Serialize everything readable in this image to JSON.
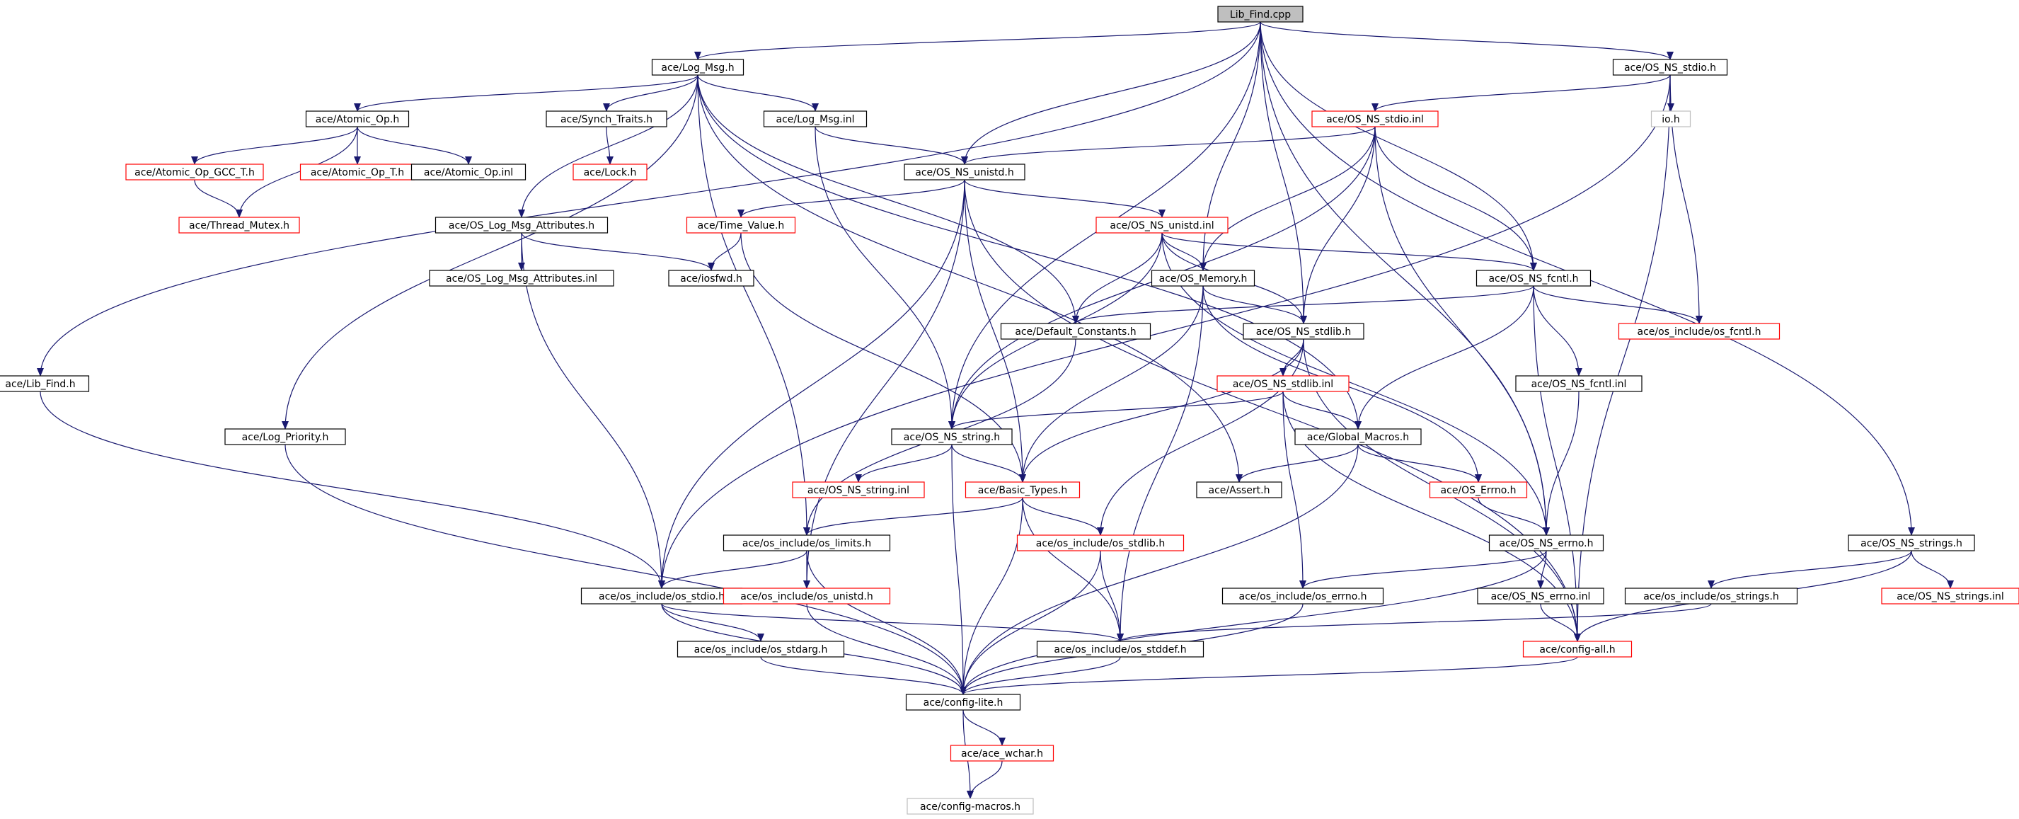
{
  "diagram": {
    "colors": {
      "edge": "#191970",
      "root_fill": "#bfbfbf",
      "normal_border": "#000000",
      "truncated_border": "#ff0000",
      "missing_border": "#bfbfbf",
      "background": "#ffffff"
    },
    "nodes": [
      {
        "id": "lib_find_cpp",
        "label": "Lib_Find.cpp",
        "style": "root"
      },
      {
        "id": "log_msg_h",
        "label": "ace/Log_Msg.h",
        "style": "normal"
      },
      {
        "id": "os_ns_stdio_h",
        "label": "ace/OS_NS_stdio.h",
        "style": "normal"
      },
      {
        "id": "atomic_op_h",
        "label": "ace/Atomic_Op.h",
        "style": "normal"
      },
      {
        "id": "synch_traits_h",
        "label": "ace/Synch_Traits.h",
        "style": "normal"
      },
      {
        "id": "log_msg_inl",
        "label": "ace/Log_Msg.inl",
        "style": "normal"
      },
      {
        "id": "os_ns_stdio_inl",
        "label": "ace/OS_NS_stdio.inl",
        "style": "truncated"
      },
      {
        "id": "io_h",
        "label": "io.h",
        "style": "missing"
      },
      {
        "id": "atomic_op_gcc_t_h",
        "label": "ace/Atomic_Op_GCC_T.h",
        "style": "truncated"
      },
      {
        "id": "atomic_op_t_h",
        "label": "ace/Atomic_Op_T.h",
        "style": "truncated"
      },
      {
        "id": "atomic_op_inl",
        "label": "ace/Atomic_Op.inl",
        "style": "normal"
      },
      {
        "id": "lock_h",
        "label": "ace/Lock.h",
        "style": "truncated"
      },
      {
        "id": "os_ns_unistd_h",
        "label": "ace/OS_NS_unistd.h",
        "style": "normal"
      },
      {
        "id": "thread_mutex_h",
        "label": "ace/Thread_Mutex.h",
        "style": "truncated"
      },
      {
        "id": "os_log_msg_attributes_h",
        "label": "ace/OS_Log_Msg_Attributes.h",
        "style": "normal"
      },
      {
        "id": "time_value_h",
        "label": "ace/Time_Value.h",
        "style": "truncated"
      },
      {
        "id": "os_ns_unistd_inl",
        "label": "ace/OS_NS_unistd.inl",
        "style": "truncated"
      },
      {
        "id": "os_log_msg_attributes_inl",
        "label": "ace/OS_Log_Msg_Attributes.inl",
        "style": "normal"
      },
      {
        "id": "iosfwd_h",
        "label": "ace/iosfwd.h",
        "style": "normal"
      },
      {
        "id": "os_memory_h",
        "label": "ace/OS_Memory.h",
        "style": "normal"
      },
      {
        "id": "os_ns_fcntl_h",
        "label": "ace/OS_NS_fcntl.h",
        "style": "normal"
      },
      {
        "id": "default_constants_h",
        "label": "ace/Default_Constants.h",
        "style": "normal"
      },
      {
        "id": "os_ns_stdlib_h",
        "label": "ace/OS_NS_stdlib.h",
        "style": "normal"
      },
      {
        "id": "os_include_os_fcntl_h",
        "label": "ace/os_include/os_fcntl.h",
        "style": "truncated"
      },
      {
        "id": "lib_find_h",
        "label": "ace/Lib_Find.h",
        "style": "normal"
      },
      {
        "id": "os_ns_stdlib_inl",
        "label": "ace/OS_NS_stdlib.inl",
        "style": "truncated"
      },
      {
        "id": "os_ns_fcntl_inl",
        "label": "ace/OS_NS_fcntl.inl",
        "style": "normal"
      },
      {
        "id": "log_priority_h",
        "label": "ace/Log_Priority.h",
        "style": "normal"
      },
      {
        "id": "os_ns_string_h",
        "label": "ace/OS_NS_string.h",
        "style": "normal"
      },
      {
        "id": "global_macros_h",
        "label": "ace/Global_Macros.h",
        "style": "normal"
      },
      {
        "id": "os_ns_string_inl",
        "label": "ace/OS_NS_string.inl",
        "style": "truncated"
      },
      {
        "id": "basic_types_h",
        "label": "ace/Basic_Types.h",
        "style": "truncated"
      },
      {
        "id": "assert_h",
        "label": "ace/Assert.h",
        "style": "normal"
      },
      {
        "id": "os_errno_h",
        "label": "ace/OS_Errno.h",
        "style": "truncated"
      },
      {
        "id": "os_include_os_limits_h",
        "label": "ace/os_include/os_limits.h",
        "style": "normal"
      },
      {
        "id": "os_include_os_stdlib_h",
        "label": "ace/os_include/os_stdlib.h",
        "style": "truncated"
      },
      {
        "id": "os_ns_errno_h",
        "label": "ace/OS_NS_errno.h",
        "style": "normal"
      },
      {
        "id": "os_ns_strings_h",
        "label": "ace/OS_NS_strings.h",
        "style": "normal"
      },
      {
        "id": "os_include_os_stdio_h",
        "label": "ace/os_include/os_stdio.h",
        "style": "normal"
      },
      {
        "id": "os_include_os_unistd_h",
        "label": "ace/os_include/os_unistd.h",
        "style": "truncated"
      },
      {
        "id": "os_include_os_errno_h",
        "label": "ace/os_include/os_errno.h",
        "style": "normal"
      },
      {
        "id": "os_ns_errno_inl",
        "label": "ace/OS_NS_errno.inl",
        "style": "normal"
      },
      {
        "id": "os_include_os_strings_h",
        "label": "ace/os_include/os_strings.h",
        "style": "normal"
      },
      {
        "id": "os_ns_strings_inl",
        "label": "ace/OS_NS_strings.inl",
        "style": "truncated"
      },
      {
        "id": "os_include_os_stdarg_h",
        "label": "ace/os_include/os_stdarg.h",
        "style": "normal"
      },
      {
        "id": "os_include_os_stddef_h",
        "label": "ace/os_include/os_stddef.h",
        "style": "normal"
      },
      {
        "id": "config_all_h",
        "label": "ace/config-all.h",
        "style": "truncated"
      },
      {
        "id": "config_lite_h",
        "label": "ace/config-lite.h",
        "style": "normal"
      },
      {
        "id": "ace_wchar_h",
        "label": "ace/ace_wchar.h",
        "style": "truncated"
      },
      {
        "id": "config_macros_h",
        "label": "ace/config-macros.h",
        "style": "missing"
      }
    ],
    "edges": [
      [
        "lib_find_cpp",
        "log_msg_h"
      ],
      [
        "lib_find_cpp",
        "os_ns_stdio_h"
      ],
      [
        "lib_find_cpp",
        "lib_find_h"
      ],
      [
        "lib_find_cpp",
        "os_ns_unistd_h"
      ],
      [
        "lib_find_cpp",
        "os_ns_string_h"
      ],
      [
        "lib_find_cpp",
        "os_memory_h"
      ],
      [
        "lib_find_cpp",
        "os_ns_stdlib_h"
      ],
      [
        "lib_find_cpp",
        "os_ns_fcntl_h"
      ],
      [
        "lib_find_cpp",
        "os_ns_errno_h"
      ],
      [
        "lib_find_cpp",
        "os_ns_strings_h"
      ],
      [
        "log_msg_h",
        "atomic_op_h"
      ],
      [
        "log_msg_h",
        "synch_traits_h"
      ],
      [
        "log_msg_h",
        "log_msg_inl"
      ],
      [
        "log_msg_h",
        "os_log_msg_attributes_h"
      ],
      [
        "log_msg_h",
        "log_priority_h"
      ],
      [
        "log_msg_h",
        "default_constants_h"
      ],
      [
        "log_msg_h",
        "global_macros_h"
      ],
      [
        "log_msg_h",
        "os_include_os_limits_h"
      ],
      [
        "log_msg_h",
        "assert_h"
      ],
      [
        "atomic_op_h",
        "atomic_op_gcc_t_h"
      ],
      [
        "atomic_op_h",
        "atomic_op_t_h"
      ],
      [
        "atomic_op_h",
        "atomic_op_inl"
      ],
      [
        "atomic_op_h",
        "thread_mutex_h"
      ],
      [
        "atomic_op_gcc_t_h",
        "thread_mutex_h"
      ],
      [
        "synch_traits_h",
        "lock_h"
      ],
      [
        "log_msg_inl",
        "os_ns_unistd_h"
      ],
      [
        "log_msg_inl",
        "os_ns_string_h"
      ],
      [
        "os_ns_stdio_h",
        "os_ns_stdio_inl"
      ],
      [
        "os_ns_stdio_h",
        "io_h"
      ],
      [
        "os_ns_stdio_h",
        "os_include_os_fcntl_h"
      ],
      [
        "os_ns_stdio_h",
        "os_include_os_stdio_h"
      ],
      [
        "os_ns_stdio_h",
        "config_all_h"
      ],
      [
        "os_ns_stdio_inl",
        "os_ns_unistd_h"
      ],
      [
        "os_ns_stdio_inl",
        "os_memory_h"
      ],
      [
        "os_ns_stdio_inl",
        "os_ns_stdlib_h"
      ],
      [
        "os_ns_stdio_inl",
        "os_ns_fcntl_h"
      ],
      [
        "os_ns_stdio_inl",
        "os_ns_string_h"
      ],
      [
        "os_ns_stdio_inl",
        "os_ns_errno_h"
      ],
      [
        "os_ns_unistd_h",
        "time_value_h"
      ],
      [
        "os_ns_unistd_h",
        "os_ns_unistd_inl"
      ],
      [
        "os_ns_unistd_h",
        "basic_types_h"
      ],
      [
        "os_ns_unistd_h",
        "os_include_os_stdio_h"
      ],
      [
        "os_ns_unistd_h",
        "os_include_os_unistd_h"
      ],
      [
        "os_ns_unistd_h",
        "config_all_h"
      ],
      [
        "time_value_h",
        "iosfwd_h"
      ],
      [
        "time_value_h",
        "basic_types_h"
      ],
      [
        "os_log_msg_attributes_h",
        "os_log_msg_attributes_inl"
      ],
      [
        "os_log_msg_attributes_h",
        "iosfwd_h"
      ],
      [
        "os_log_msg_attributes_h",
        "os_include_os_stdio_h"
      ],
      [
        "os_ns_unistd_inl",
        "os_ns_fcntl_h"
      ],
      [
        "os_ns_unistd_inl",
        "os_memory_h"
      ],
      [
        "os_ns_unistd_inl",
        "os_ns_stdlib_h"
      ],
      [
        "os_ns_unistd_inl",
        "default_constants_h"
      ],
      [
        "os_ns_unistd_inl",
        "os_ns_string_h"
      ],
      [
        "os_ns_unistd_inl",
        "os_ns_errno_h"
      ],
      [
        "os_memory_h",
        "os_ns_stdlib_h"
      ],
      [
        "os_memory_h",
        "basic_types_h"
      ],
      [
        "os_memory_h",
        "os_errno_h"
      ],
      [
        "os_memory_h",
        "os_include_os_stddef_h"
      ],
      [
        "os_ns_fcntl_h",
        "os_include_os_fcntl_h"
      ],
      [
        "os_ns_fcntl_h",
        "os_ns_fcntl_inl"
      ],
      [
        "os_ns_fcntl_h",
        "global_macros_h"
      ],
      [
        "os_ns_fcntl_h",
        "default_constants_h"
      ],
      [
        "os_ns_fcntl_h",
        "config_all_h"
      ],
      [
        "default_constants_h",
        "os_include_os_limits_h"
      ],
      [
        "os_ns_stdlib_h",
        "os_ns_stdlib_inl"
      ],
      [
        "os_ns_stdlib_h",
        "basic_types_h"
      ],
      [
        "os_ns_stdlib_h",
        "os_include_os_stdlib_h"
      ],
      [
        "os_ns_stdlib_h",
        "config_all_h"
      ],
      [
        "os_ns_stdlib_inl",
        "os_ns_string_h"
      ],
      [
        "os_ns_stdlib_inl",
        "global_macros_h"
      ],
      [
        "os_ns_stdlib_inl",
        "os_include_os_errno_h"
      ],
      [
        "os_ns_stdlib_inl",
        "config_all_h"
      ],
      [
        "os_ns_fcntl_inl",
        "os_ns_errno_h"
      ],
      [
        "lib_find_h",
        "os_include_os_stdio_h"
      ],
      [
        "log_priority_h",
        "config_lite_h"
      ],
      [
        "os_ns_string_h",
        "os_ns_string_inl"
      ],
      [
        "os_ns_string_h",
        "basic_types_h"
      ],
      [
        "os_ns_string_h",
        "config_lite_h"
      ],
      [
        "global_macros_h",
        "assert_h"
      ],
      [
        "global_macros_h",
        "os_errno_h"
      ],
      [
        "global_macros_h",
        "config_lite_h"
      ],
      [
        "basic_types_h",
        "os_include_os_limits_h"
      ],
      [
        "basic_types_h",
        "os_include_os_stdlib_h"
      ],
      [
        "basic_types_h",
        "os_include_os_stddef_h"
      ],
      [
        "basic_types_h",
        "config_lite_h"
      ],
      [
        "os_errno_h",
        "os_ns_errno_h"
      ],
      [
        "os_include_os_limits_h",
        "os_include_os_stdio_h"
      ],
      [
        "os_include_os_limits_h",
        "os_include_os_unistd_h"
      ],
      [
        "os_include_os_limits_h",
        "config_lite_h"
      ],
      [
        "os_include_os_stdlib_h",
        "os_include_os_stddef_h"
      ],
      [
        "os_include_os_stdlib_h",
        "config_lite_h"
      ],
      [
        "os_ns_errno_h",
        "os_include_os_errno_h"
      ],
      [
        "os_ns_errno_h",
        "os_ns_errno_inl"
      ],
      [
        "os_ns_errno_h",
        "config_lite_h"
      ],
      [
        "os_ns_strings_h",
        "os_include_os_strings_h"
      ],
      [
        "os_ns_strings_h",
        "os_ns_strings_inl"
      ],
      [
        "os_ns_strings_h",
        "config_all_h"
      ],
      [
        "os_include_os_stdio_h",
        "os_include_os_stdarg_h"
      ],
      [
        "os_include_os_stdio_h",
        "os_include_os_stddef_h"
      ],
      [
        "os_include_os_stdio_h",
        "config_lite_h"
      ],
      [
        "os_include_os_unistd_h",
        "config_lite_h"
      ],
      [
        "os_include_os_errno_h",
        "config_lite_h"
      ],
      [
        "os_ns_errno_inl",
        "config_all_h"
      ],
      [
        "os_include_os_strings_h",
        "os_include_os_stddef_h"
      ],
      [
        "os_include_os_stdarg_h",
        "config_lite_h"
      ],
      [
        "os_include_os_stddef_h",
        "config_lite_h"
      ],
      [
        "config_all_h",
        "config_lite_h"
      ],
      [
        "config_lite_h",
        "ace_wchar_h"
      ],
      [
        "config_lite_h",
        "config_macros_h"
      ],
      [
        "ace_wchar_h",
        "config_macros_h"
      ]
    ]
  }
}
